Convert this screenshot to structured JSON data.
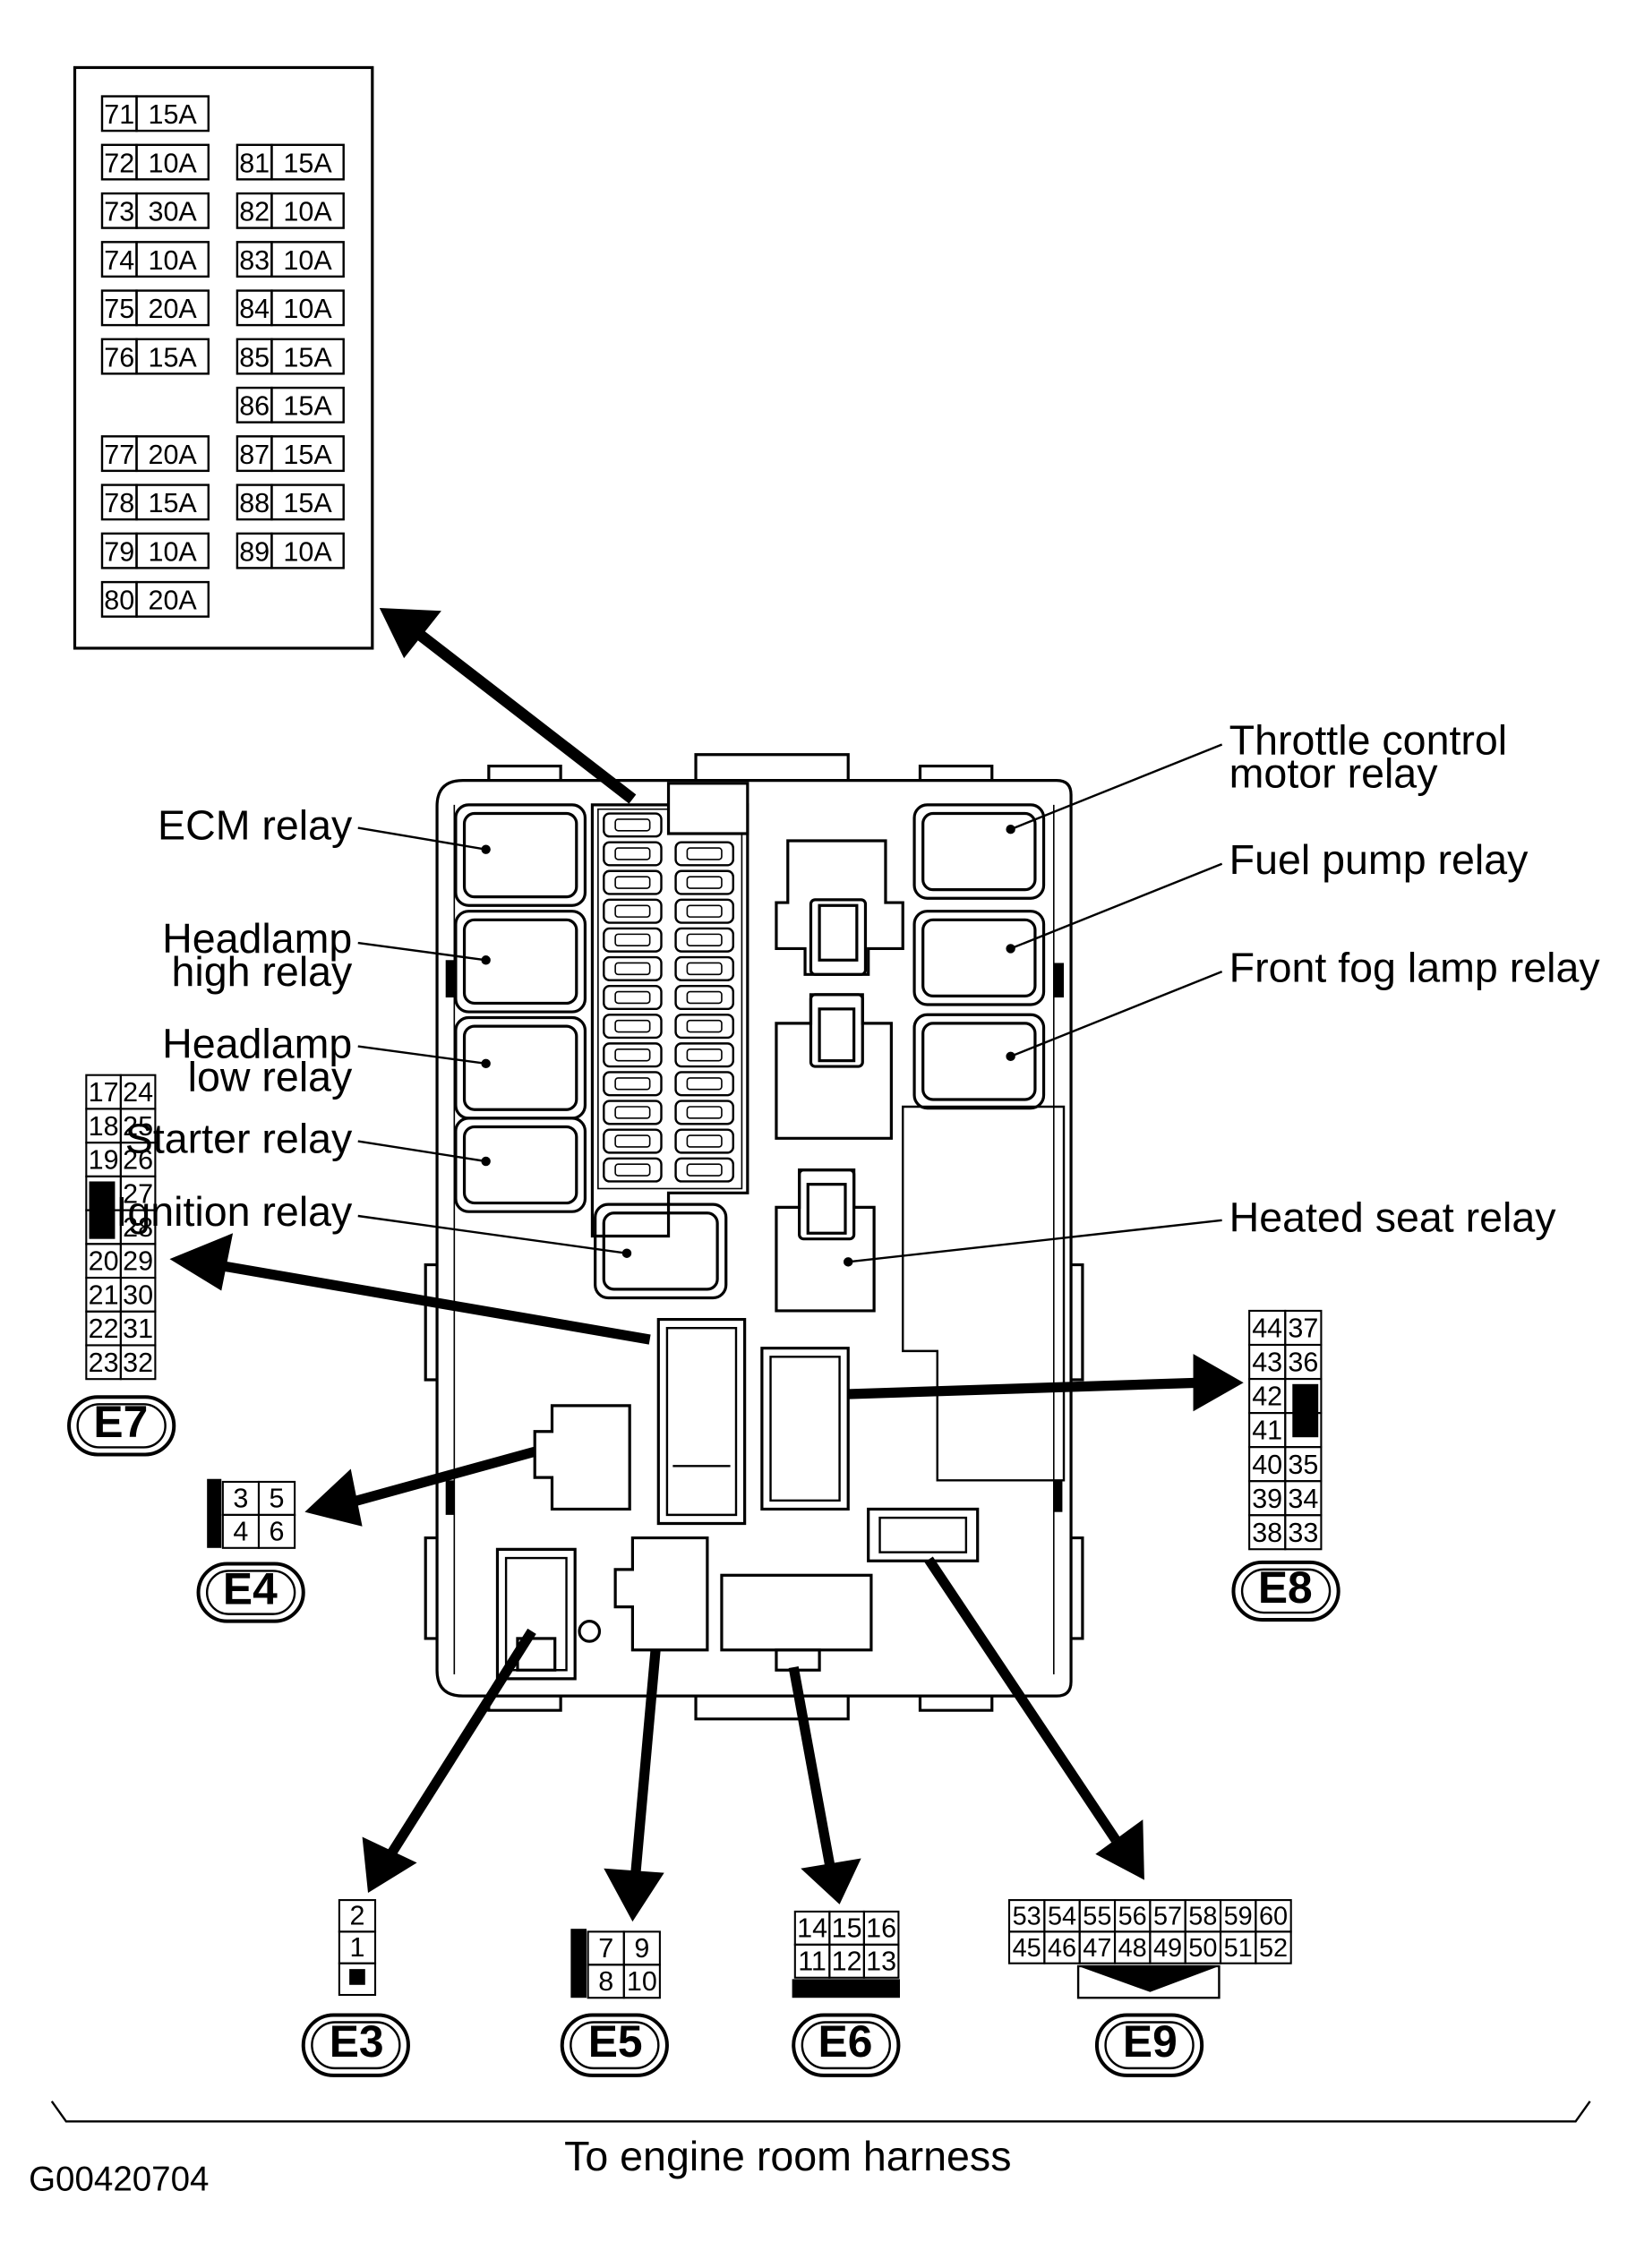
{
  "fuse_table": {
    "left": [
      {
        "no": "71",
        "amp": "15A"
      },
      {
        "no": "72",
        "amp": "10A"
      },
      {
        "no": "73",
        "amp": "30A"
      },
      {
        "no": "74",
        "amp": "10A"
      },
      {
        "no": "75",
        "amp": "20A"
      },
      {
        "no": "76",
        "amp": "15A"
      },
      null,
      {
        "no": "77",
        "amp": "20A"
      },
      {
        "no": "78",
        "amp": "15A"
      },
      {
        "no": "79",
        "amp": "10A"
      },
      {
        "no": "80",
        "amp": "20A"
      }
    ],
    "right": [
      null,
      {
        "no": "81",
        "amp": "15A"
      },
      {
        "no": "82",
        "amp": "10A"
      },
      {
        "no": "83",
        "amp": "10A"
      },
      {
        "no": "84",
        "amp": "10A"
      },
      {
        "no": "85",
        "amp": "15A"
      },
      {
        "no": "86",
        "amp": "15A"
      },
      {
        "no": "87",
        "amp": "15A"
      },
      {
        "no": "88",
        "amp": "15A"
      },
      {
        "no": "89",
        "amp": "10A"
      },
      null
    ]
  },
  "relay_labels": {
    "ecm": "ECM relay",
    "headlamp_high": [
      "Headlamp",
      "high relay"
    ],
    "headlamp_low": [
      "Headlamp",
      "low relay"
    ],
    "starter": "Starter relay",
    "ignition": "Ignition relay",
    "throttle": [
      "Throttle control",
      "motor relay"
    ],
    "fuel_pump": "Fuel pump relay",
    "front_fog": "Front fog lamp relay",
    "heated_seat": "Heated seat relay"
  },
  "connectors": {
    "E3": {
      "label": "E3",
      "pins": [
        "2",
        "1",
        ""
      ]
    },
    "E4": {
      "label": "E4",
      "pins": [
        [
          "3",
          "5"
        ],
        [
          "4",
          "6"
        ]
      ]
    },
    "E5": {
      "label": "E5",
      "pins": [
        [
          "7",
          "9"
        ],
        [
          "8",
          "10"
        ]
      ]
    },
    "E6": {
      "label": "E6",
      "pins": [
        [
          "14",
          "15",
          "16"
        ],
        [
          "11",
          "12",
          "13"
        ]
      ]
    },
    "E7": {
      "label": "E7",
      "pins": [
        [
          "17",
          "24"
        ],
        [
          "18",
          "25"
        ],
        [
          "19",
          "26"
        ],
        [
          "",
          "27"
        ],
        [
          "",
          "28"
        ],
        [
          "20",
          "29"
        ],
        [
          "21",
          "30"
        ],
        [
          "22",
          "31"
        ],
        [
          "23",
          "32"
        ]
      ]
    },
    "E8": {
      "label": "E8",
      "pins": [
        [
          "44",
          "37"
        ],
        [
          "43",
          "36"
        ],
        [
          "42",
          ""
        ],
        [
          "41",
          ""
        ],
        [
          "40",
          "35"
        ],
        [
          "39",
          "34"
        ],
        [
          "38",
          "33"
        ]
      ]
    },
    "E9": {
      "label": "E9",
      "pins": [
        [
          "53",
          "54",
          "55",
          "56",
          "57",
          "58",
          "59",
          "60"
        ],
        [
          "45",
          "46",
          "47",
          "48",
          "49",
          "50",
          "51",
          "52"
        ]
      ]
    }
  },
  "footer": {
    "harness": "To engine room harness",
    "figure_code": "G00420704"
  }
}
